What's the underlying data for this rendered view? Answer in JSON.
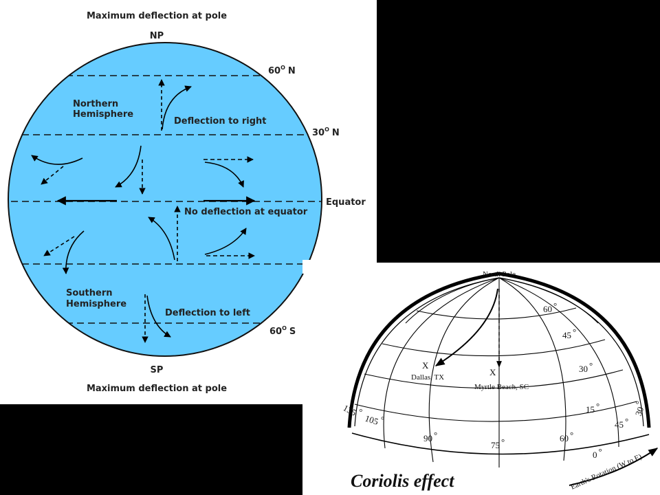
{
  "left_globe": {
    "title_top": "Maximum deflection at pole",
    "title_bottom": "Maximum deflection at pole",
    "np": "NP",
    "sp": "SP",
    "lat_60n": "60",
    "lat_30n": "30",
    "lat_60s": "60",
    "deg_symbol": "O",
    "n": "N",
    "s": "S",
    "equator": "Equator",
    "northern_line1": "Northern",
    "northern_line2": "Hemisphere",
    "southern_line1": "Southern",
    "southern_line2": "Hemisphere",
    "deflect_right": "Deflection to right",
    "deflect_left": "Deflection to left",
    "no_deflection": "No deflection at equator",
    "ocean_color": "#66ccff"
  },
  "right_globe": {
    "north_pole": "North Pole",
    "dallas_mark": "X",
    "dallas": "Dallas, TX",
    "myrtle_mark": "X",
    "myrtle": "Myrtle Beach, SC",
    "lat_labels": [
      "60",
      "45",
      "30",
      "15",
      "0"
    ],
    "lon_labels": [
      "135",
      "105",
      "90",
      "75",
      "60",
      "45",
      "30"
    ],
    "deg": "°",
    "rotation": "Earth's Rotation (W to E)",
    "title": "Coriolis effect"
  }
}
